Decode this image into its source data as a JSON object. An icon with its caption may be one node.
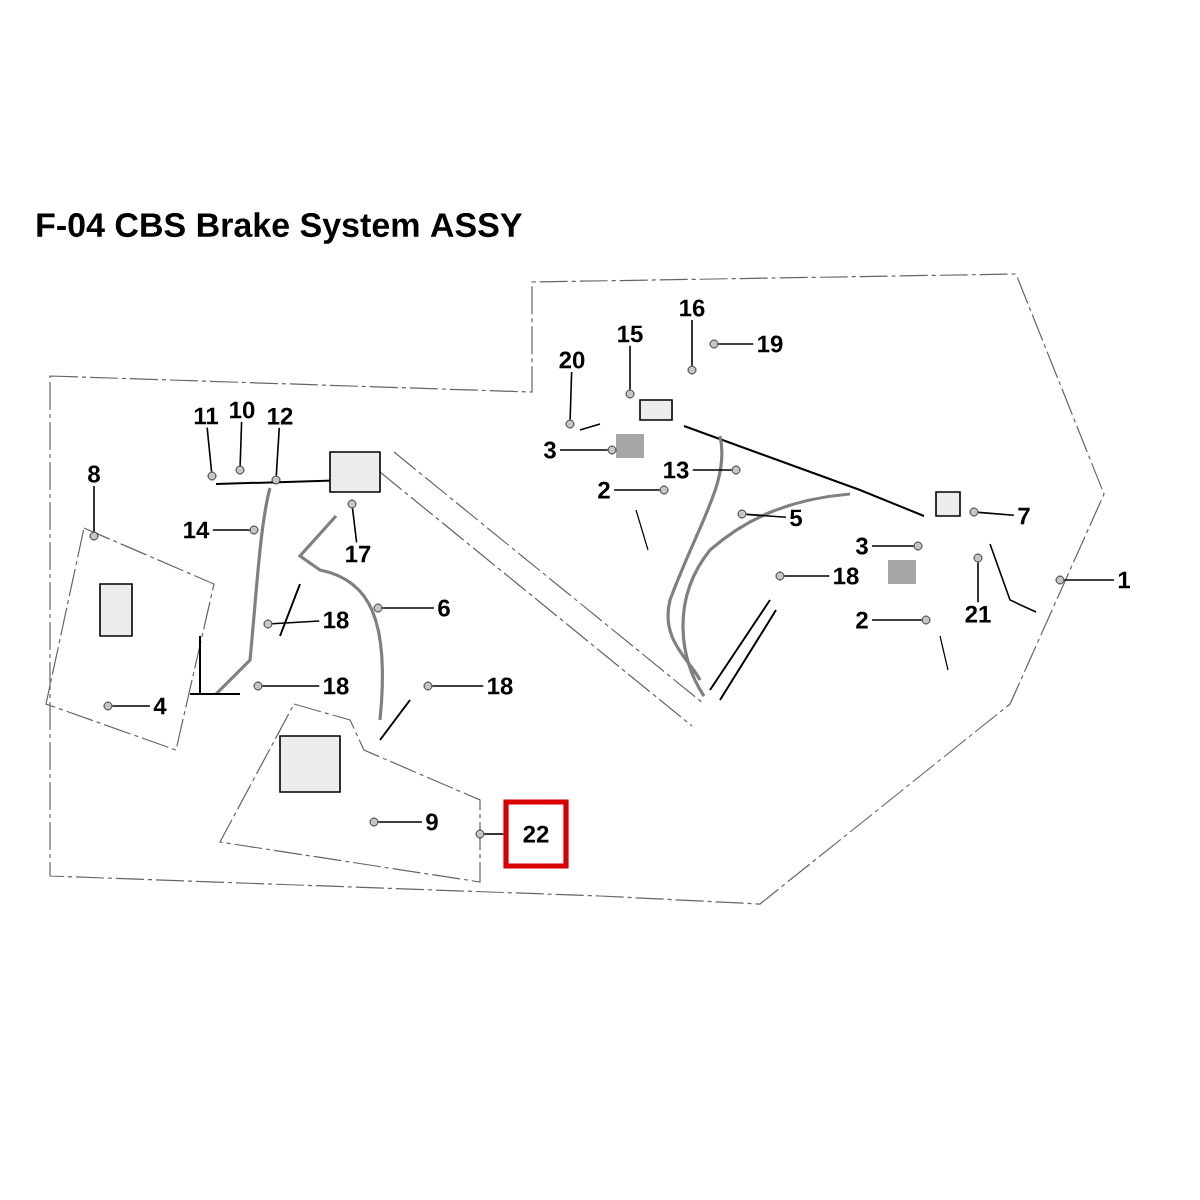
{
  "diagram": {
    "title": "F-04 CBS Brake System ASSY",
    "nodes": [
      {
        "text": [
          "11"
        ]
      },
      {
        "text": [
          "10"
        ]
      },
      {
        "text": [
          "12"
        ]
      },
      {
        "text": [
          "8"
        ]
      },
      {
        "text": [
          "14"
        ]
      },
      {
        "text": [
          "17"
        ]
      },
      {
        "text": [
          "18"
        ]
      },
      {
        "text": [
          "6"
        ]
      },
      {
        "text": [
          "4"
        ]
      },
      {
        "text": [
          "18"
        ]
      },
      {
        "text": [
          "18"
        ]
      },
      {
        "text": [
          "9"
        ]
      },
      {
        "text": [
          "22"
        ]
      },
      {
        "text": [
          "16"
        ]
      },
      {
        "text": [
          "15"
        ]
      },
      {
        "text": [
          "19"
        ]
      },
      {
        "text": [
          "20"
        ]
      },
      {
        "text": [
          "3"
        ]
      },
      {
        "text": [
          "13"
        ]
      },
      {
        "text": [
          "2"
        ]
      },
      {
        "text": [
          "5"
        ]
      },
      {
        "text": [
          "7"
        ]
      },
      {
        "text": [
          "3"
        ]
      },
      {
        "text": [
          "18"
        ]
      },
      {
        "text": [
          "1"
        ]
      },
      {
        "text": [
          "2"
        ]
      },
      {
        "text": [
          "21"
        ]
      },
      {
        "text": [],
        "shape": "circle"
      },
      {
        "text": [],
        "shape": "circle"
      },
      {
        "text": [],
        "shape": "circle"
      },
      {
        "text": [],
        "shape": "circle"
      },
      {
        "text": [],
        "shape": "circle"
      },
      {
        "text": [],
        "shape": "circle"
      },
      {
        "text": [],
        "shape": "circle"
      },
      {
        "text": [],
        "shape": "circle"
      },
      {
        "text": [],
        "shape": "circle"
      },
      {
        "text": [],
        "shape": "circle"
      },
      {
        "text": [],
        "shape": "circle"
      },
      {
        "text": [],
        "shape": "circle"
      },
      {
        "text": [],
        "shape": "circle"
      },
      {
        "text": [],
        "shape": "circle"
      },
      {
        "text": [],
        "shape": "circle"
      },
      {
        "text": [],
        "shape": "circle"
      },
      {
        "text": [],
        "shape": "circle"
      },
      {
        "text": [],
        "shape": "circle"
      },
      {
        "text": [],
        "shape": "circle"
      },
      {
        "text": [],
        "shape": "circle"
      },
      {
        "text": [],
        "shape": "circle"
      },
      {
        "text": [],
        "shape": "circle"
      },
      {
        "text": [],
        "shape": "circle"
      },
      {
        "text": [],
        "shape": "circle"
      },
      {
        "text": [],
        "shape": "circle"
      },
      {
        "text": [],
        "shape": "circle"
      },
      {
        "text": [],
        "shape": "circle"
      }
    ],
    "edges": [
      {
        "from": 0,
        "to": 27,
        "arrow": "none"
      },
      {
        "from": 1,
        "to": 28,
        "arrow": "none"
      },
      {
        "from": 2,
        "to": 29,
        "arrow": "none"
      },
      {
        "from": 3,
        "to": 30,
        "arrow": "none"
      },
      {
        "from": 4,
        "to": 31,
        "arrow": "none"
      },
      {
        "from": 5,
        "to": 32,
        "arrow": "none"
      },
      {
        "from": 6,
        "to": 33,
        "arrow": "none"
      },
      {
        "from": 7,
        "to": 34,
        "arrow": "none"
      },
      {
        "from": 8,
        "to": 35,
        "arrow": "none"
      },
      {
        "from": 9,
        "to": 36,
        "arrow": "none"
      },
      {
        "from": 10,
        "to": 37,
        "arrow": "none"
      },
      {
        "from": 11,
        "to": 38,
        "arrow": "none"
      },
      {
        "from": 12,
        "to": 39,
        "arrow": "none"
      },
      {
        "from": 13,
        "to": 40,
        "arrow": "none"
      },
      {
        "from": 14,
        "to": 41,
        "arrow": "none"
      },
      {
        "from": 15,
        "to": 42,
        "arrow": "none"
      },
      {
        "from": 16,
        "to": 43,
        "arrow": "none"
      },
      {
        "from": 17,
        "to": 44,
        "arrow": "none"
      },
      {
        "from": 18,
        "to": 45,
        "arrow": "none"
      },
      {
        "from": 19,
        "to": 46,
        "arrow": "none"
      },
      {
        "from": 20,
        "to": 47,
        "arrow": "none"
      },
      {
        "from": 21,
        "to": 48,
        "arrow": "none"
      },
      {
        "from": 22,
        "to": 49,
        "arrow": "none"
      },
      {
        "from": 23,
        "to": 50,
        "arrow": "none"
      },
      {
        "from": 24,
        "to": 51,
        "arrow": "none"
      },
      {
        "from": 25,
        "to": 52,
        "arrow": "none"
      },
      {
        "from": 26,
        "to": 53,
        "arrow": "none"
      }
    ]
  }
}
